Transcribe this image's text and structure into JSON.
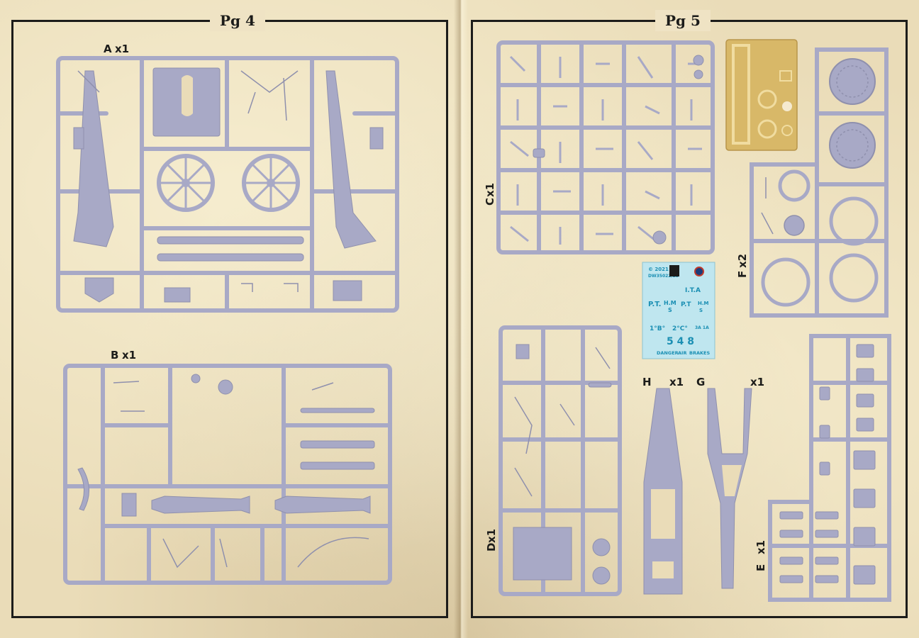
{
  "pages": {
    "left": {
      "title": "Pg 4"
    },
    "right": {
      "title": "Pg 5"
    }
  },
  "sprues": [
    {
      "letter": "A",
      "qty": "x1"
    },
    {
      "letter": "B",
      "qty": "x1"
    },
    {
      "letter": "C",
      "qty": "x1"
    },
    {
      "letter": "F",
      "qty": "x2"
    },
    {
      "letter": "H",
      "qty": "x1"
    },
    {
      "letter": "G",
      "qty": "x1"
    },
    {
      "letter": "E",
      "qty": "x1"
    },
    {
      "letter": "D",
      "qty": "x1"
    }
  ],
  "decal_sheet": {
    "copyright": "© 2021",
    "code": "DW35022/23",
    "markings": [
      "I.T.A",
      "P.T.",
      "H.M",
      "S",
      "P.T",
      "H.M",
      "S",
      "1°B°",
      "2°C°",
      "3A 1A"
    ],
    "number": "5 4 8",
    "footer": [
      "DANGER",
      "AIR",
      "BRAKES"
    ]
  },
  "colors": {
    "plastic": "#a8a9c6",
    "plastic_dark": "#8f90ad",
    "frame": "#1c1c1a",
    "decal": "#bfe6ef",
    "decal_ink": "#1b8fb3",
    "etch": "#d8b868"
  }
}
